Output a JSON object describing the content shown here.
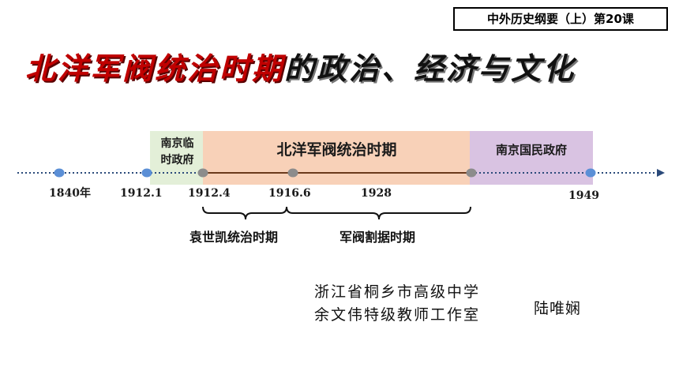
{
  "course_tag": "中外历史纲要（上）第20课",
  "title": {
    "highlight": "北洋军阀统治时期",
    "rest": "的政治、经济与文化"
  },
  "timeline": {
    "bands": [
      {
        "id": "nanjing-provisional",
        "lines": [
          "南京临",
          "时政府"
        ],
        "color": "#e3efd8"
      },
      {
        "id": "beiyang",
        "label": "北洋军阀统治时期",
        "color": "#f8d1b8"
      },
      {
        "id": "nationalist",
        "label": "南京国民政府",
        "color": "#d9c3e2"
      }
    ],
    "years": [
      "1840年",
      "1912.1",
      "1912.4",
      "1916.6",
      "1928",
      "1949"
    ],
    "sub_periods": [
      {
        "label": "袁世凯统治时期"
      },
      {
        "label": "军阀割据时期"
      }
    ],
    "colors": {
      "node_blue": "#5b8fd6",
      "node_gray": "#8c8c8c",
      "solid_line": "#6b3a1c"
    }
  },
  "credits": {
    "school_line1": "浙江省桐乡市高级中学",
    "school_line2": "余文伟特级教师工作室",
    "author": "陆唯娴"
  }
}
